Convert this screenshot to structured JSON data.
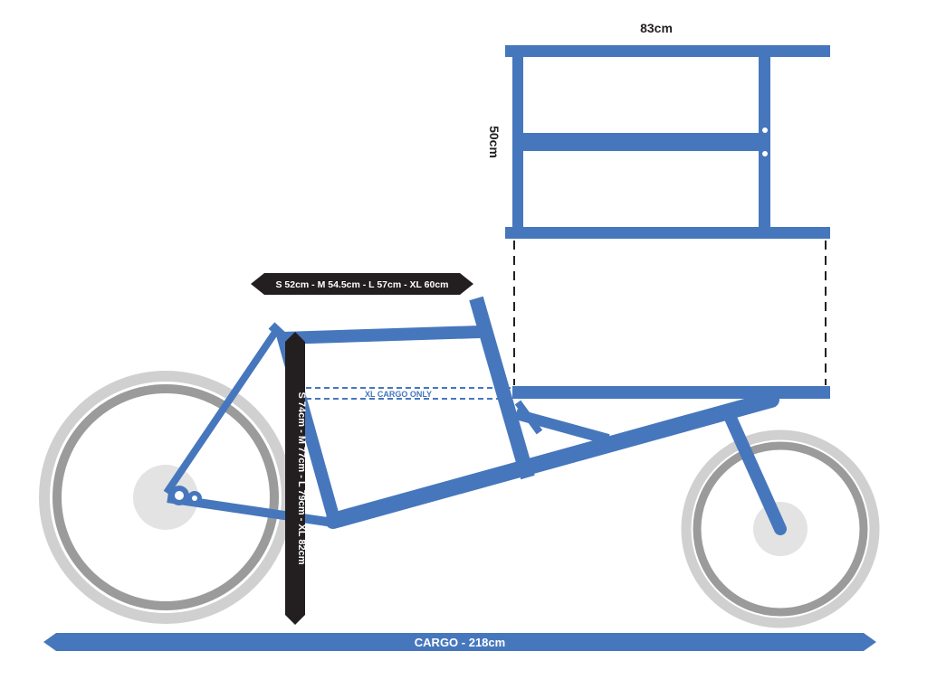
{
  "colors": {
    "frame": "#4677bd",
    "label_bg": "#231f20",
    "label_text": "#ffffff",
    "dimension_text": "#231f20",
    "tire_outer": "#d0d0d0",
    "tire_inner": "#9b9b9b",
    "hub": "#e3e3e3",
    "dashed_line": "#231f20"
  },
  "labels": {
    "box_width": "83cm",
    "box_height": "50cm",
    "top_tube": "S 52cm - M 54.5cm - L 57cm - XL 60cm",
    "seat_tube": "S 74cm - M 77cm - L 79cm - XL 82cm",
    "xl_cargo": "XL CARGO ONLY",
    "overall_length": "CARGO - 218cm"
  }
}
